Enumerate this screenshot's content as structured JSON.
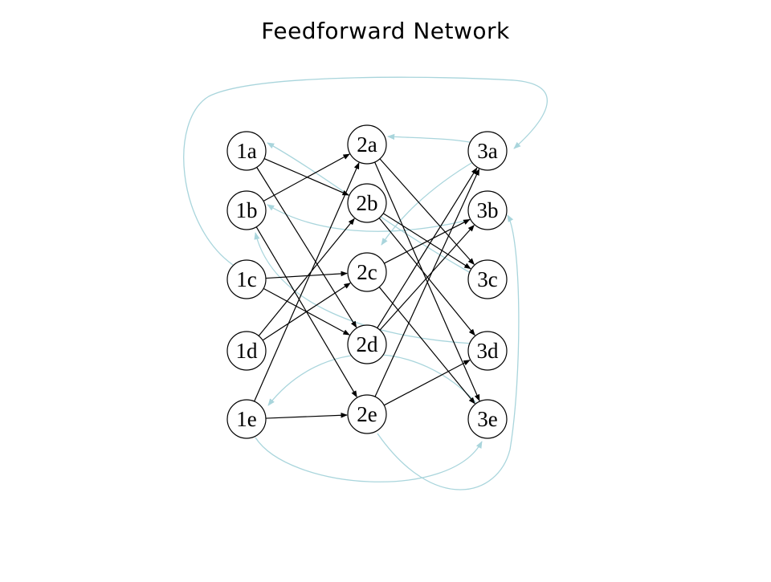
{
  "title": "Feedforward Network",
  "layers": [
    [
      "1a",
      "1b",
      "1c",
      "1d",
      "1e"
    ],
    [
      "2a",
      "2b",
      "2c",
      "2d",
      "2e"
    ],
    [
      "3a",
      "3b",
      "3c",
      "3d",
      "3e"
    ]
  ],
  "edges": [
    {
      "from": "1a",
      "to": "2b"
    },
    {
      "from": "1a",
      "to": "2d"
    },
    {
      "from": "1b",
      "to": "2a"
    },
    {
      "from": "1b",
      "to": "2e"
    },
    {
      "from": "1c",
      "to": "2c"
    },
    {
      "from": "1c",
      "to": "2d"
    },
    {
      "from": "1d",
      "to": "2b"
    },
    {
      "from": "1d",
      "to": "2c"
    },
    {
      "from": "1e",
      "to": "2a"
    },
    {
      "from": "1e",
      "to": "2e"
    },
    {
      "from": "2a",
      "to": "3c"
    },
    {
      "from": "2a",
      "to": "3e"
    },
    {
      "from": "2b",
      "to": "3c"
    },
    {
      "from": "2b",
      "to": "3d"
    },
    {
      "from": "2c",
      "to": "3b"
    },
    {
      "from": "2c",
      "to": "3e"
    },
    {
      "from": "2d",
      "to": "3a"
    },
    {
      "from": "2d",
      "to": "3b"
    },
    {
      "from": "2e",
      "to": "3a"
    },
    {
      "from": "2e",
      "to": "3d"
    }
  ],
  "feedback_edges": [
    {
      "from": "1c",
      "to": "3a"
    },
    {
      "from": "3a",
      "to": "2a"
    },
    {
      "from": "3a",
      "to": "2c"
    },
    {
      "from": "3b",
      "to": "1b"
    },
    {
      "from": "3c",
      "to": "1a"
    },
    {
      "from": "3d",
      "to": "1c"
    },
    {
      "from": "3e",
      "to": "1e"
    },
    {
      "from": "1e",
      "to": "3e"
    },
    {
      "from": "2e",
      "to": "3b"
    }
  ],
  "colors": {
    "forward": "#000000",
    "feedback": "#a9d5dc"
  }
}
